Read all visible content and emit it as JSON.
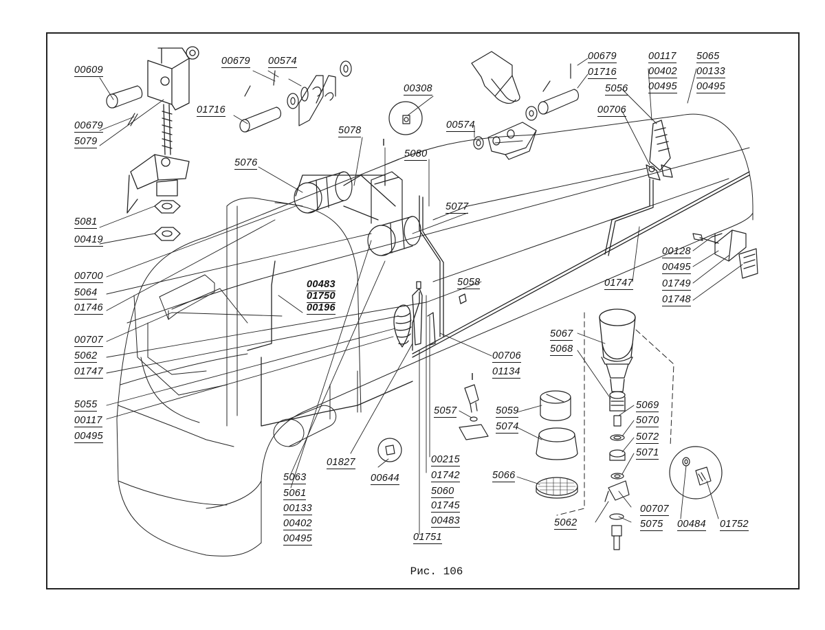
{
  "figure": {
    "caption": "Рис. 106"
  },
  "labels": {
    "l00609": "00609",
    "l00679a": "00679",
    "l5079": "5079",
    "l5081": "5081",
    "l00419": "00419",
    "l00679b": "00679",
    "l00574a": "00574",
    "l01716a": "01716",
    "l00308": "00308",
    "l5078": "5078",
    "l5076": "5076",
    "lI1": "I",
    "l5080": "5080",
    "l5077": "5077",
    "l00679c": "00679",
    "l01716b": "01716",
    "l00574b": "00574",
    "l00117a": "00117",
    "l00402a": "00402",
    "l00495a": "00495",
    "l5065": "5065",
    "l00133a": "00133",
    "l00495b": "00495",
    "l5056": "5056",
    "l00706a": "00706",
    "l00128": "00128",
    "l00495c": "00495",
    "l01749": "01749",
    "l01748": "01748",
    "l01747a": "01747",
    "l00700": "00700",
    "l5064": "5064",
    "l01746": "01746",
    "l00483a": "00483",
    "l01750": "01750",
    "l00196": "00196",
    "l5058": "5058",
    "l00707a": "00707",
    "l5062a": "5062",
    "l01747b": "01747",
    "l5055": "5055",
    "l00117b": "00117",
    "l00495d": "00495",
    "l00706b": "00706",
    "l01134": "01134",
    "l5067": "5067",
    "l5068": "5068",
    "lI2": "I",
    "l5057": "5057",
    "l5059": "5059",
    "l5074": "5074",
    "l5069": "5069",
    "l5070": "5070",
    "l5072": "5072",
    "l5071": "5071",
    "l01827": "01827",
    "l00644": "00644",
    "l00215": "00215",
    "l01742": "01742",
    "l5060": "5060",
    "l01745": "01745",
    "l00483b": "00483",
    "l01751": "01751",
    "l5066": "5066",
    "l00707b": "00707",
    "l5062b": "5062",
    "l5075": "5075",
    "l00484": "00484",
    "l01752": "01752",
    "l5063": "5063",
    "l5061": "5061",
    "l00133b": "00133",
    "l00402b": "00402",
    "l00495e": "00495"
  }
}
